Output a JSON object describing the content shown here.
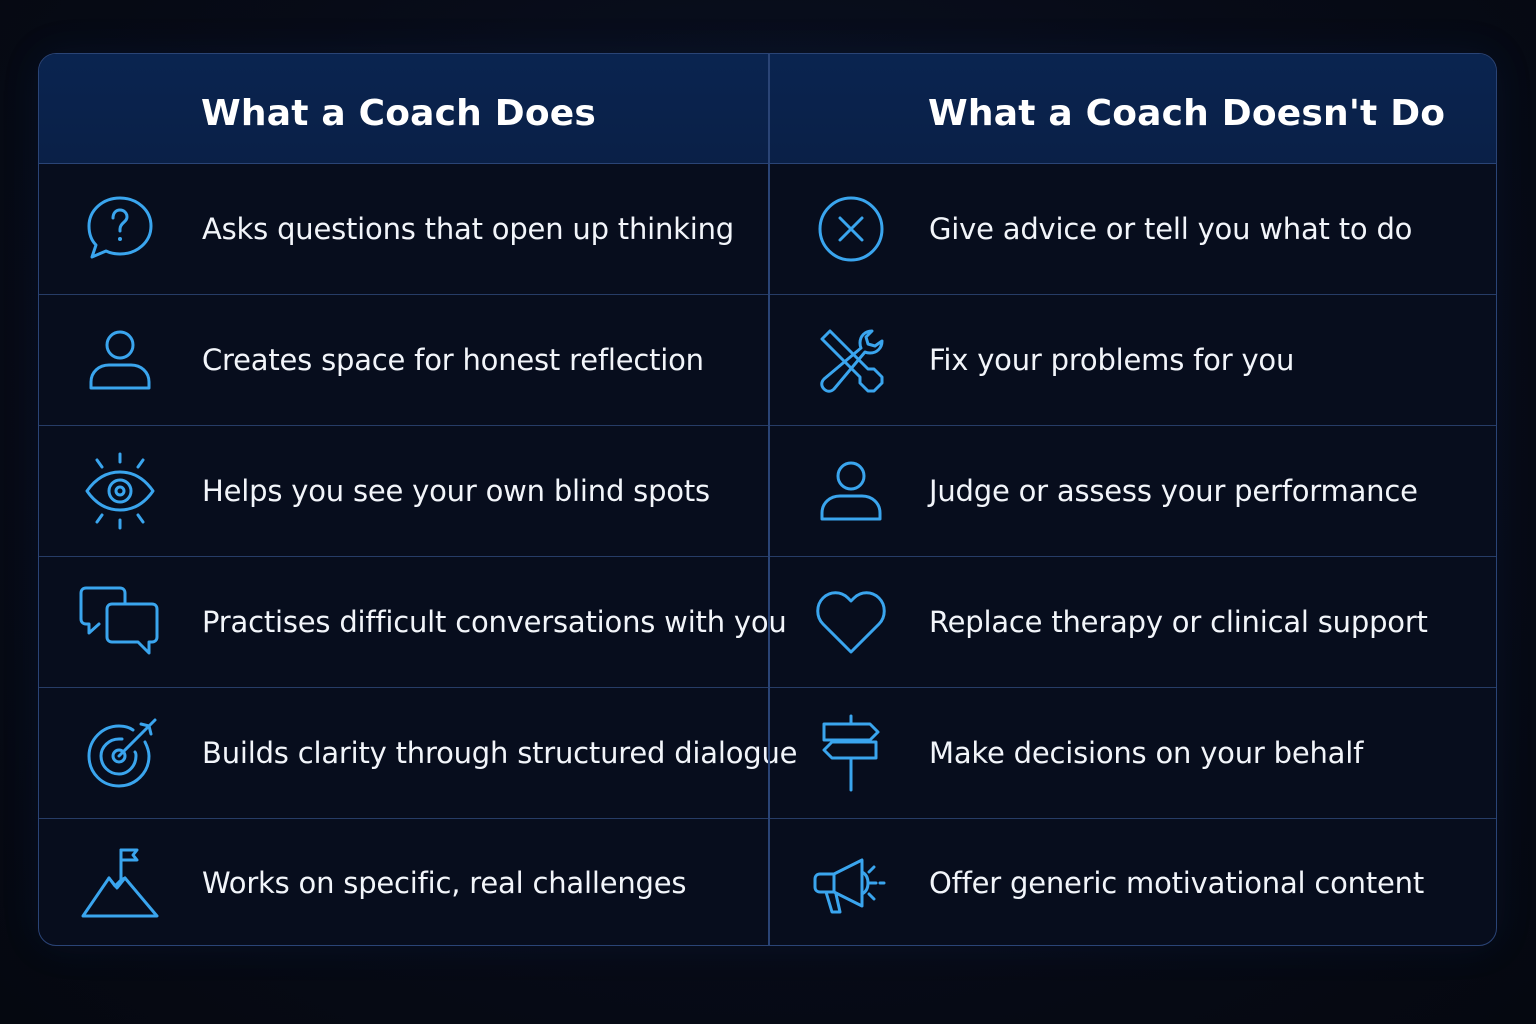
{
  "table": {
    "headers": {
      "does": "What a Coach Does",
      "doesnt": "What a Coach Doesn't Do"
    },
    "rows": [
      {
        "does": {
          "icon": "question-bubble-icon",
          "text": "Asks questions that open up thinking"
        },
        "doesnt": {
          "icon": "x-circle-icon",
          "text": "Give advice or tell you what to do"
        }
      },
      {
        "does": {
          "icon": "person-icon",
          "text": "Creates space for honest reflection"
        },
        "doesnt": {
          "icon": "tools-icon",
          "text": "Fix your problems for you"
        }
      },
      {
        "does": {
          "icon": "eye-icon",
          "text": "Helps you see your own blind spots"
        },
        "doesnt": {
          "icon": "person-icon",
          "text": "Judge or assess your performance"
        }
      },
      {
        "does": {
          "icon": "chat-bubbles-icon",
          "text": "Practises difficult conversations with you"
        },
        "doesnt": {
          "icon": "heart-icon",
          "text": "Replace therapy or clinical support"
        }
      },
      {
        "does": {
          "icon": "target-icon",
          "text": "Builds clarity through structured dialogue"
        },
        "doesnt": {
          "icon": "signpost-icon",
          "text": "Make decisions on your behalf"
        }
      },
      {
        "does": {
          "icon": "mountain-flag-icon",
          "text": "Works on specific, real challenges"
        },
        "doesnt": {
          "icon": "megaphone-icon",
          "text": "Offer generic motivational content"
        }
      }
    ],
    "accent_color": "#3aa5ee",
    "header_bg": "#0a2450",
    "border_color": "#2a4476"
  }
}
